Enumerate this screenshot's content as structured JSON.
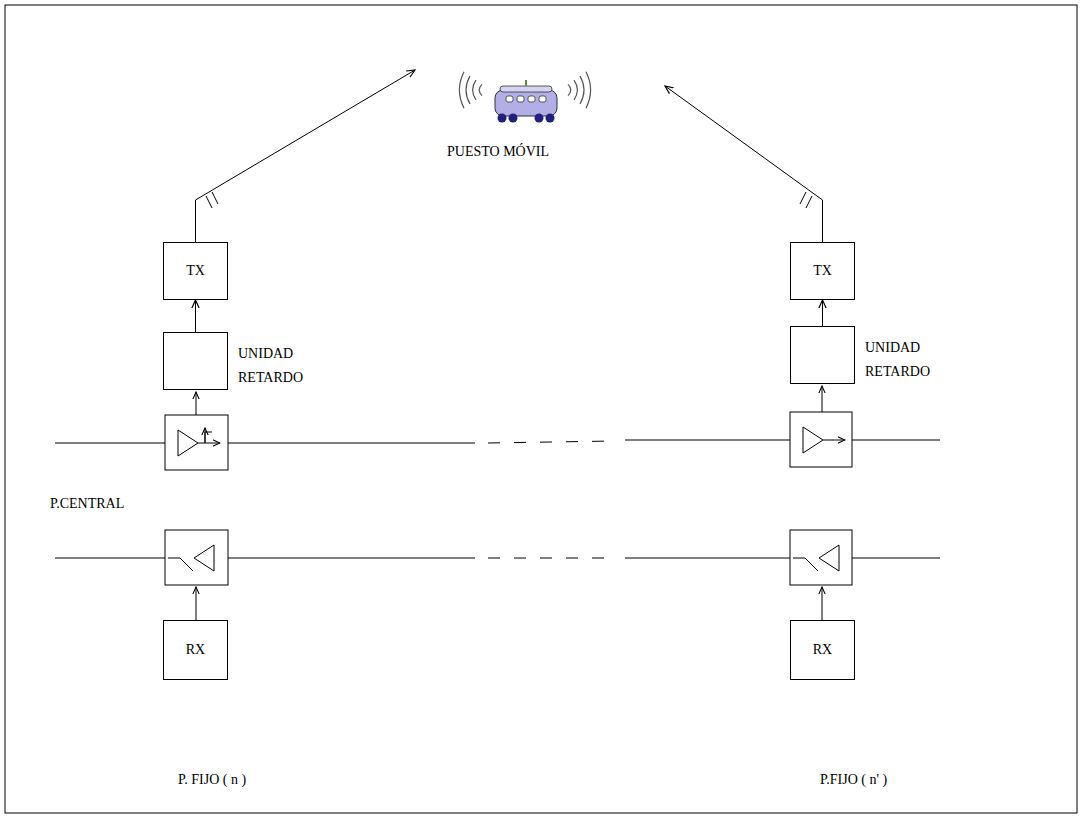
{
  "diagram": {
    "nodes": [
      {
        "text": [
          "PUESTO MÓVIL"
        ]
      },
      {
        "text": [
          "TX"
        ]
      },
      {
        "text": [
          "TX"
        ]
      },
      {
        "text": [
          "UNIDAD RETARDO"
        ]
      },
      {
        "text": [
          "UNIDAD RETARDO"
        ]
      },
      {
        "text": [
          "RX"
        ]
      },
      {
        "text": [
          "RX"
        ]
      }
    ],
    "edges": [
      {
        "from": 3,
        "to": 1,
        "arrow": "to"
      },
      {
        "from": 4,
        "to": 2,
        "arrow": "to"
      },
      {
        "from": 1,
        "to": 0,
        "arrow": "to"
      },
      {
        "from": 2,
        "to": 0,
        "arrow": "to"
      }
    ],
    "labels": [
      "P.CENTRAL",
      "P. FIJO ( n )",
      "P.FIJO ( n' )"
    ]
  }
}
